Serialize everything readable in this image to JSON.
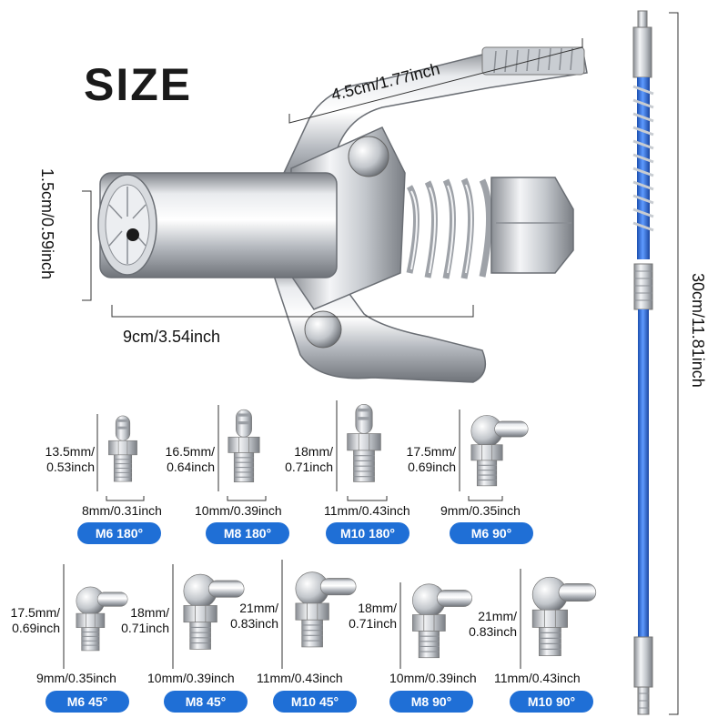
{
  "title": "SIZE",
  "gun": {
    "width_label": "4.5cm/1.77inch",
    "diameter_label": "1.5cm/0.59inch",
    "length_label": "9cm/3.54inch"
  },
  "hose": {
    "length_label": "30cm/11.81inch"
  },
  "fittings_row1": [
    {
      "height_top": "13.5mm/",
      "height_bottom": "0.53inch",
      "width": "8mm/0.31inch",
      "badge": "M6 180°"
    },
    {
      "height_top": "16.5mm/",
      "height_bottom": "0.64inch",
      "width": "10mm/0.39inch",
      "badge": "M8 180°"
    },
    {
      "height_top": "18mm/",
      "height_bottom": "0.71inch",
      "width": "11mm/0.43inch",
      "badge": "M10 180°"
    },
    {
      "height_top": "17.5mm/",
      "height_bottom": "0.69inch",
      "width": "9mm/0.35inch",
      "badge": "M6 90°"
    }
  ],
  "fittings_row2": [
    {
      "height_top": "17.5mm/",
      "height_bottom": "0.69inch",
      "width": "9mm/0.35inch",
      "badge": "M6 45°"
    },
    {
      "height_top": "18mm/",
      "height_bottom": "0.71inch",
      "width": "10mm/0.39inch",
      "badge": "M8 45°"
    },
    {
      "height_top": "21mm/",
      "height_bottom": "0.83inch",
      "width": "11mm/0.43inch",
      "badge": "M10 45°"
    },
    {
      "height_top": "18mm/",
      "height_bottom": "0.71inch",
      "width": "10mm/0.39inch",
      "badge": "M8 90°"
    },
    {
      "height_top": "21mm/",
      "height_bottom": "0.83inch",
      "width": "11mm/0.43inch",
      "badge": "M10 90°"
    }
  ],
  "colors": {
    "badge": "#1f6fd6",
    "hose": "#2a6fe0",
    "steel": "#c9ccd1"
  }
}
